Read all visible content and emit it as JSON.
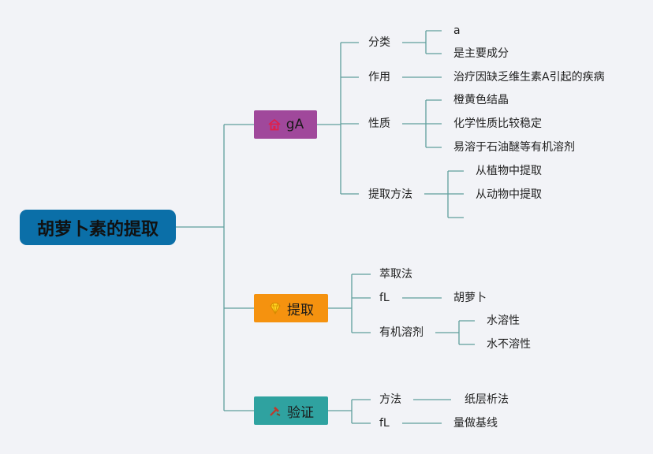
{
  "root": {
    "label": "胡萝卜素的提取"
  },
  "branches": [
    {
      "label": "gA",
      "icon": "house-icon",
      "color": "#a0489b",
      "children": [
        {
          "label": "分类",
          "children": [
            {
              "label": "a"
            },
            {
              "label": "是主要成分"
            }
          ]
        },
        {
          "label": "作用",
          "children": [
            {
              "label": "治疗因缺乏维生素A引起的疾病"
            }
          ]
        },
        {
          "label": "性质",
          "children": [
            {
              "label": "橙黄色结晶"
            },
            {
              "label": "化学性质比较稳定"
            },
            {
              "label": "易溶于石油醚等有机溶剂"
            }
          ]
        },
        {
          "label": "提取方法",
          "children": [
            {
              "label": "从植物中提取"
            },
            {
              "label": "从动物中提取"
            },
            {
              "label": ""
            }
          ]
        }
      ]
    },
    {
      "label": "提取",
      "icon": "diamond-icon",
      "color": "#f5920f",
      "children": [
        {
          "label": "萃取法",
          "children": []
        },
        {
          "label": "fL",
          "children": [
            {
              "label": "胡萝卜"
            }
          ]
        },
        {
          "label": "有机溶剂",
          "children": [
            {
              "label": "水溶性"
            },
            {
              "label": "水不溶性"
            }
          ]
        }
      ]
    },
    {
      "label": "验证",
      "icon": "tools-icon",
      "color": "#2fa2a0",
      "children": [
        {
          "label": "方法",
          "children": [
            {
              "label": "纸层析法"
            }
          ]
        },
        {
          "label": "fL",
          "children": [
            {
              "label": "量做基线"
            }
          ]
        }
      ]
    }
  ],
  "colors": {
    "line": "#5f9f9c",
    "root": "#0b6fa8"
  }
}
